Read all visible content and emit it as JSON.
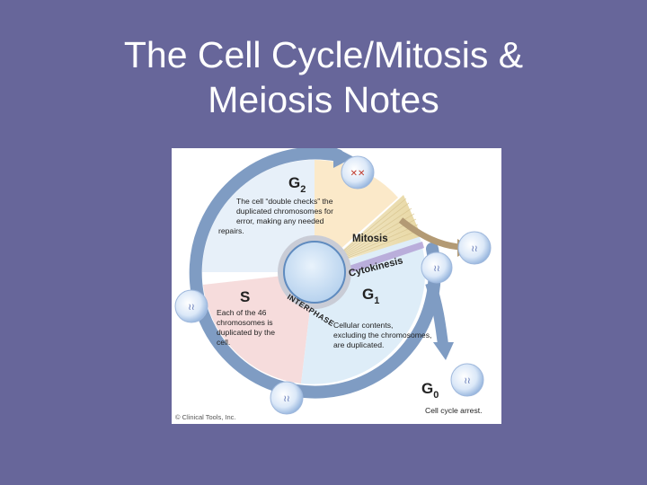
{
  "slide": {
    "title_line1": "The Cell Cycle/Mitosis &",
    "title_line2": "Meiosis Notes"
  },
  "diagram": {
    "g2": {
      "letter": "G",
      "sub": "2",
      "desc": [
        "The cell “double checks” the",
        "duplicated chromosomes for",
        "error, making any needed",
        "repairs."
      ]
    },
    "mitosis": "Mitosis",
    "cytokinesis": "Cytokinesis",
    "s": {
      "letter": "S",
      "desc": [
        "Each of the 46",
        "chromosomes is",
        "duplicated by the",
        "cell."
      ]
    },
    "g1": {
      "letter": "G",
      "sub": "1",
      "desc": [
        "Cellular contents,",
        "excluding the chromosomes,",
        "are duplicated."
      ]
    },
    "interphase": "INTERPHASE",
    "g0": {
      "letter": "G",
      "sub": "0",
      "desc": "Cell cycle arrest."
    },
    "copyright": "© Clinical Tools, Inc.",
    "colors": {
      "arrow": "#7f9cc3",
      "g2_fill": "#fbe9c9",
      "s_fill": "#f6dcdc",
      "g1_fill": "#deedf8",
      "mitosis_fan": "#efe3b8",
      "cytokinesis_band": "#b4a2d6",
      "cell": "#c8dcf3",
      "brown_arrow": "#b39a74"
    }
  }
}
